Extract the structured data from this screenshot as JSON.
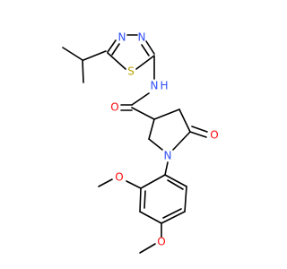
{
  "molecule": {
    "atoms": {
      "n_thiadiazole_1": "N",
      "n_thiadiazole_2": "N",
      "s_thiadiazole": "S",
      "n_amide": "N",
      "h_amide": "H",
      "o_amide": "O",
      "n_pyrrolidinone": "N",
      "o_lactam": "O",
      "o_methoxy_1": "O",
      "o_methoxy_2": "O"
    }
  },
  "colors": {
    "bond": "#000000",
    "nitrogen": "#3050F8",
    "oxygen": "#FF0D0D",
    "sulfur": "#B8A000"
  }
}
